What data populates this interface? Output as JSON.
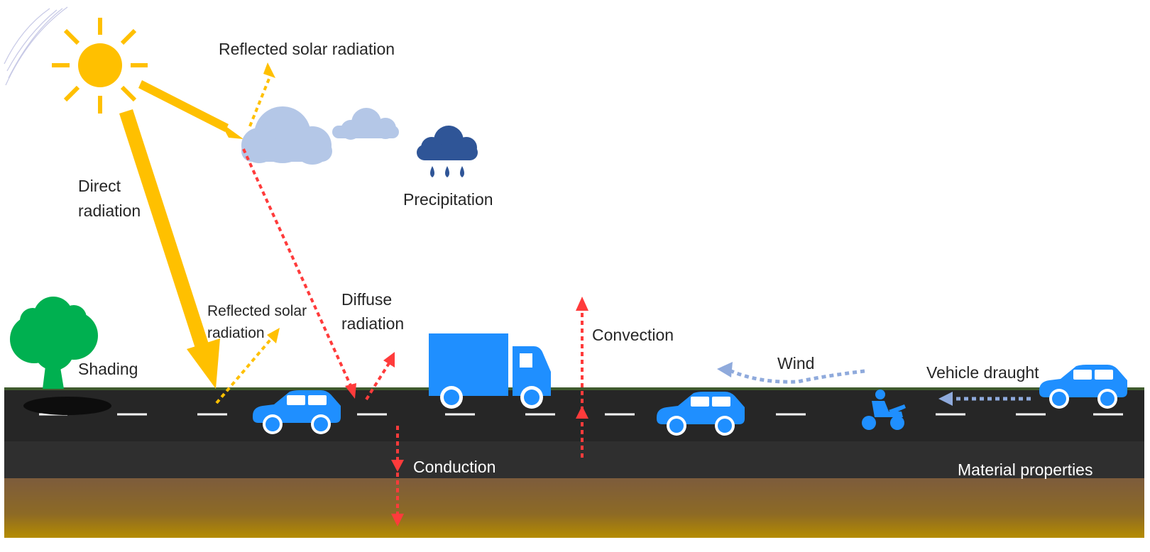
{
  "labels": {
    "reflected_top": "Reflected solar radiation",
    "direct_1": "Direct",
    "direct_2": "radiation",
    "precipitation": "Precipitation",
    "reflected_low_1": "Reflected solar",
    "reflected_low_2": "radiation",
    "diffuse_1": "Diffuse",
    "diffuse_2": "radiation",
    "convection": "Convection",
    "wind": "Wind",
    "vehicle_draught": "Vehicle draught",
    "shading": "Shading",
    "conduction": "Conduction",
    "material_properties": "Material properties"
  },
  "colors": {
    "sun": "#ffc000",
    "cloud": "#b4c7e7",
    "rain_cloud": "#2f5597",
    "heat_arrow": "#ff3b3b",
    "wind_arrow": "#8faadc",
    "vehicle": "#1f8fff",
    "tree": "#00b050",
    "road": "#262626",
    "soil_top": "#7f5f3a",
    "soil_bottom": "#b08a00"
  }
}
